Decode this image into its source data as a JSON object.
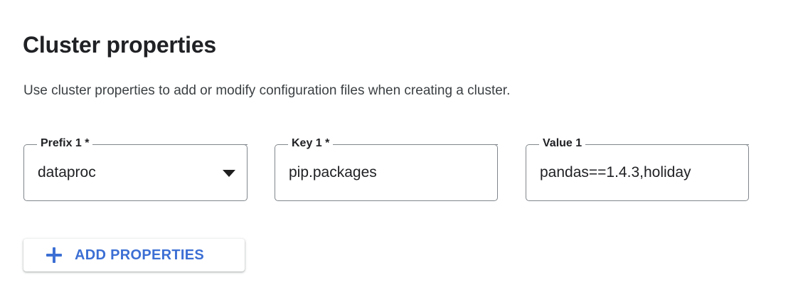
{
  "header": {
    "title": "Cluster properties",
    "description": "Use cluster properties to add or modify configuration files when creating a cluster."
  },
  "colors": {
    "accent_blue": "#3c6fd4",
    "border_gray": "#80868b",
    "text_primary": "#202124",
    "text_secondary": "#3c4043",
    "background": "#ffffff"
  },
  "properties_row": {
    "prefix": {
      "label": "Prefix 1 *",
      "value": "dataproc",
      "control": "select",
      "icon": "dropdown-arrow-icon",
      "required": true
    },
    "key": {
      "label": "Key 1 *",
      "value": "pip.packages",
      "control": "text",
      "required": true
    },
    "value": {
      "label": "Value 1",
      "value": "pandas==1.4.3,holiday",
      "control": "text",
      "required": false
    }
  },
  "actions": {
    "add_properties": {
      "label": "ADD PROPERTIES",
      "icon": "plus-icon"
    }
  }
}
